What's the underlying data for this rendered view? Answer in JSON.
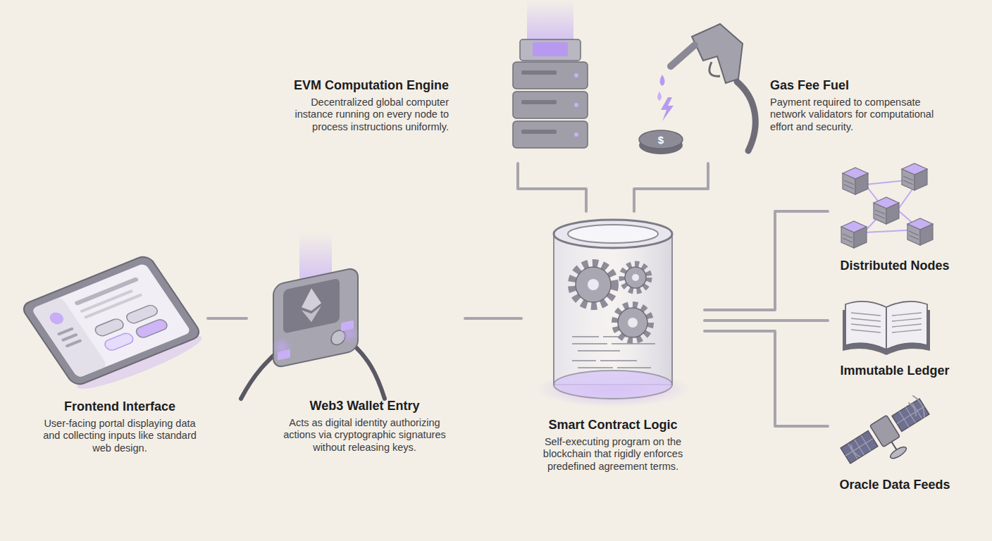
{
  "diagram": {
    "nodes": [
      {
        "text": [
          "Frontend Interface",
          "User-facing portal displaying data and collecting inputs like standard web design."
        ]
      },
      {
        "text": [
          "Web3 Wallet Entry",
          "Acts as digital identity authorizing actions via cryptographic signatures without releasing keys."
        ]
      },
      {
        "text": [
          "EVM Computation Engine",
          "Decentralized global computer instance running on every node to process instructions uniformly."
        ]
      },
      {
        "text": [
          "Gas Fee Fuel",
          "Payment required to compensate network validators for computational effort and security."
        ]
      },
      {
        "text": [
          "Smart Contract Logic",
          "Self-executing program on the blockchain that rigidly enforces predefined agreement terms."
        ]
      },
      {
        "text": [
          "Distributed Nodes"
        ]
      },
      {
        "text": [
          "Immutable Ledger"
        ]
      },
      {
        "text": [
          "Oracle Data Feeds"
        ]
      }
    ],
    "edges": [
      {
        "from": 0,
        "to": 1,
        "arrow": "none"
      },
      {
        "from": 1,
        "to": 4,
        "arrow": "none"
      },
      {
        "from": 2,
        "to": 4,
        "arrow": "none"
      },
      {
        "from": 3,
        "to": 4,
        "arrow": "none"
      },
      {
        "from": 4,
        "to": 5,
        "arrow": "none"
      },
      {
        "from": 4,
        "to": 6,
        "arrow": "none"
      },
      {
        "from": 4,
        "to": 7,
        "arrow": "none"
      }
    ],
    "labels": [
      "$"
    ]
  }
}
